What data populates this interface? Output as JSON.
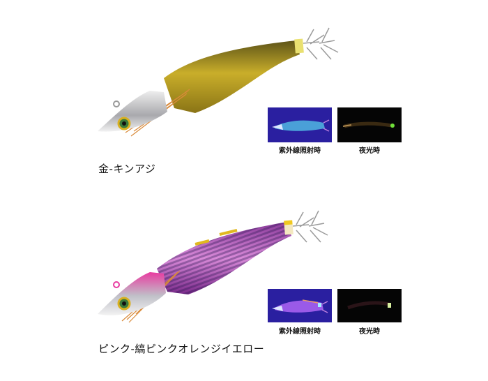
{
  "products": [
    {
      "name": "金-キンアジ",
      "body_color": "#b49a1c",
      "head_color": "#c8c8cc",
      "thumbnails": [
        {
          "caption": "紫外線照射時",
          "kind": "uv",
          "bg": "#2a1fa0"
        },
        {
          "caption": "夜光時",
          "kind": "glow",
          "bg": "#050505"
        }
      ]
    },
    {
      "name": "ピンク-縞ピンクオレンジイエロー",
      "body_color": "#b05ab4",
      "head_color": "#e0389a",
      "thumbnails": [
        {
          "caption": "紫外線照射時",
          "kind": "uv",
          "bg": "#2a1fa0"
        },
        {
          "caption": "夜光時",
          "kind": "glow",
          "bg": "#050505"
        }
      ]
    }
  ]
}
